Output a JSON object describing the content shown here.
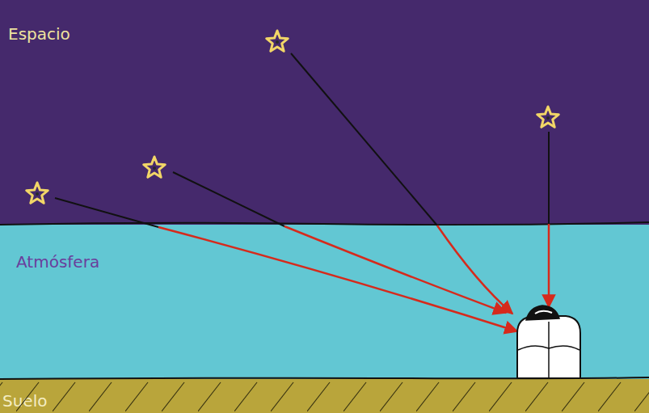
{
  "diagram": {
    "nodes": [
      {
        "text": [
          "Espacio"
        ]
      },
      {
        "text": [
          "Atmósfera"
        ]
      },
      {
        "text": [
          "Suelo"
        ]
      }
    ]
  }
}
